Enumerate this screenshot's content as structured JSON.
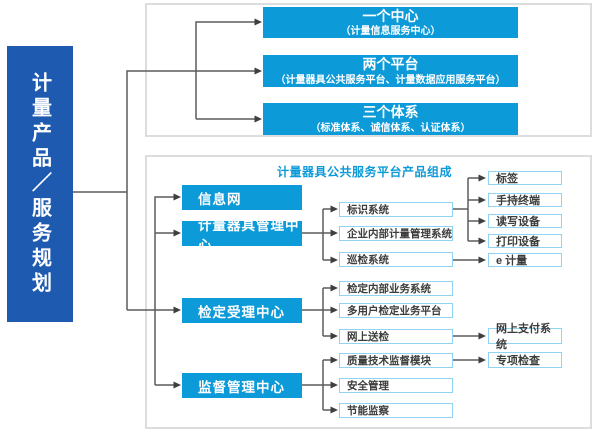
{
  "colors": {
    "accent_blue": "#0c9ad8",
    "sidebar_blue": "#1e5bb0",
    "item_border_blue": "#8fd4f2",
    "line_gray": "#5c5c5c",
    "frame_border": "#dcdddf"
  },
  "sidebar": {
    "title": "计量产品／服务规划"
  },
  "top_section": {
    "boxes": [
      {
        "title": "一个中心",
        "subtitle": "（计量信息服务中心）"
      },
      {
        "title": "两个平台",
        "subtitle": "（计量器具公共服务平台、计量数据应用服务平台）"
      },
      {
        "title": "三个体系",
        "subtitle": "（标准体系、诚信体系、认证体系）"
      }
    ]
  },
  "bottom_section": {
    "title": "计量器具公共服务平台产品组成",
    "centers": [
      {
        "label": "信息网"
      },
      {
        "label": "计量器具管理中心"
      },
      {
        "label": "检定受理中心"
      },
      {
        "label": "监督管理中心"
      }
    ],
    "systems": [
      {
        "label": "标识系统"
      },
      {
        "label": "企业内部计量管理系统"
      },
      {
        "label": "巡检系统"
      },
      {
        "label": "检定内部业务系统"
      },
      {
        "label": "多用户检定业务平台"
      },
      {
        "label": "网上送检"
      },
      {
        "label": "质量技术监督模块"
      },
      {
        "label": "安全管理"
      },
      {
        "label": "节能监察"
      }
    ],
    "leaves": [
      {
        "label": "标签"
      },
      {
        "label": "手持终端"
      },
      {
        "label": "读写设备"
      },
      {
        "label": "打印设备"
      },
      {
        "label": "e 计量"
      },
      {
        "label": "网上支付系统"
      },
      {
        "label": "专项检查"
      }
    ]
  }
}
